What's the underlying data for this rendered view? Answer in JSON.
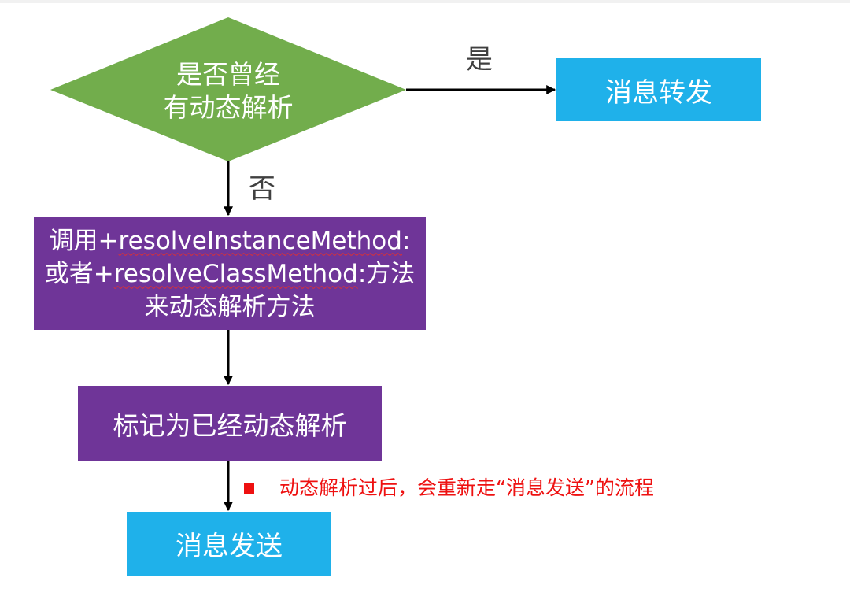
{
  "diagram": {
    "decision": {
      "line1": "是否曾经",
      "line2": "有动态解析"
    },
    "yes_label": "是",
    "no_label": "否",
    "forward_box": "消息转发",
    "resolve_box": {
      "line1_prefix": "调用+",
      "line1_method": "resolveInstanceMethod",
      "line1_suffix": ":",
      "line2_prefix": "或者+",
      "line2_method": "resolveClassMethod",
      "line2_suffix": ":方法",
      "line3": "来动态解析方法"
    },
    "mark_box": "标记为已经动态解析",
    "send_box": "消息发送",
    "note": "动态解析过后，会重新走“消息发送”的流程"
  },
  "colors": {
    "decision": "#72ad4c",
    "process": "#6f3598",
    "terminal": "#1fb1ea",
    "note": "#ee1111",
    "arrow": "#000000"
  }
}
